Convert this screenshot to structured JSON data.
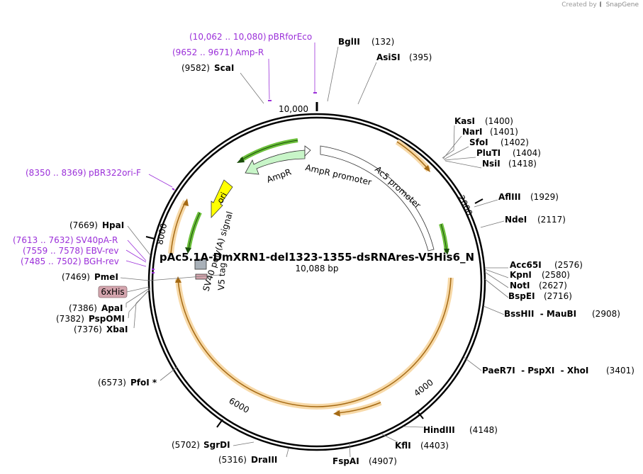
{
  "credit": {
    "prefix": "Created by",
    "brand": "SnapGene",
    "logo_icon": "snapgene-logo-icon"
  },
  "plasmid": {
    "name": "pAc5.1A-DmXRN1-del1323-1355-dsRNAres-V5His6_N",
    "length_label": "10,088 bp",
    "length": 10088
  },
  "ticks": [
    {
      "label": "10,000",
      "bp": 10000
    },
    {
      "label": "2000",
      "bp": 2000
    },
    {
      "label": "4000",
      "bp": 4000
    },
    {
      "label": "6000",
      "bp": 6000
    },
    {
      "label": "8000",
      "bp": 8000
    }
  ],
  "sites": [
    {
      "name": "BglII",
      "pos": "(132)",
      "bp": 132
    },
    {
      "name": "AsiSI",
      "pos": "(395)",
      "bp": 395
    },
    {
      "name": "KasI",
      "pos": "(1400)",
      "bp": 1400
    },
    {
      "name": "NarI",
      "pos": "(1401)",
      "bp": 1401
    },
    {
      "name": "SfoI",
      "pos": "(1402)",
      "bp": 1402
    },
    {
      "name": "PluTI",
      "pos": "(1404)",
      "bp": 1404
    },
    {
      "name": "NsiI",
      "pos": "(1418)",
      "bp": 1418
    },
    {
      "name": "AflIII",
      "pos": "(1929)",
      "bp": 1929
    },
    {
      "name": "NdeI",
      "pos": "(2117)",
      "bp": 2117
    },
    {
      "name": "Acc65I",
      "pos": "(2576)",
      "bp": 2576
    },
    {
      "name": "KpnI",
      "pos": "(2580)",
      "bp": 2580
    },
    {
      "name": "NotI",
      "pos": "(2627)",
      "bp": 2627
    },
    {
      "name": "BspEI",
      "pos": "(2716)",
      "bp": 2716
    },
    {
      "name": "BssHII  - MauBI",
      "pos": "(2908)",
      "bp": 2908
    },
    {
      "name": "PaeR7I  - PspXI  - XhoI",
      "pos": "(3401)",
      "bp": 3401
    },
    {
      "name": "HindIII",
      "pos": "(4148)",
      "bp": 4148
    },
    {
      "name": "KflI",
      "pos": "(4403)",
      "bp": 4403
    },
    {
      "name": "FspAI",
      "pos": "(4907)",
      "bp": 4907
    },
    {
      "name": "DraIII",
      "pos": "(5316)",
      "bp": 5316
    },
    {
      "name": "SgrDI",
      "pos": "(5702)",
      "bp": 5702
    },
    {
      "name": "PfoI *",
      "pos": "(6573)",
      "bp": 6573
    },
    {
      "name": "XbaI",
      "pos": "(7376)",
      "bp": 7376
    },
    {
      "name": "PspOMI",
      "pos": "(7382)",
      "bp": 7382
    },
    {
      "name": "ApaI",
      "pos": "(7386)",
      "bp": 7386
    },
    {
      "name": "PmeI",
      "pos": "(7469)",
      "bp": 7469
    },
    {
      "name": "HpaI",
      "pos": "(7669)",
      "bp": 7669
    },
    {
      "name": "ScaI",
      "pos": "(9582)",
      "bp": 9582
    }
  ],
  "primers": [
    {
      "name": "pBRforEco",
      "range": "(10,062 .. 10,080)"
    },
    {
      "name": "Amp-R",
      "range": "(9652 .. 9671)"
    },
    {
      "name": "pBR322ori-F",
      "range": "(8350 .. 8369)"
    },
    {
      "name": "SV40pA-R",
      "range": "(7613 .. 7632)"
    },
    {
      "name": "EBV-rev",
      "range": "(7559 .. 7578)"
    },
    {
      "name": "BGH-rev",
      "range": "(7485 .. 7502)"
    }
  ],
  "features": {
    "ampr": "AmpR",
    "ampr_promoter": "AmpR promoter",
    "ac5_promoter": "Ac5 promoter",
    "ori": "ori",
    "sv40": "SV40 poly(A) signal",
    "v5": "V5 tag",
    "his": "6xHis"
  },
  "colors": {
    "primer": "#9b30d9",
    "orf_fill": "#f7d9a8",
    "orf_arrow": "#a56a14",
    "green_arrow": "#6bbf3a",
    "ampr_fill": "#c8f5c8",
    "ori_fill": "#ffff00",
    "his_fill": "#d4a5ae",
    "v5_fill": "#a8b0b8"
  }
}
